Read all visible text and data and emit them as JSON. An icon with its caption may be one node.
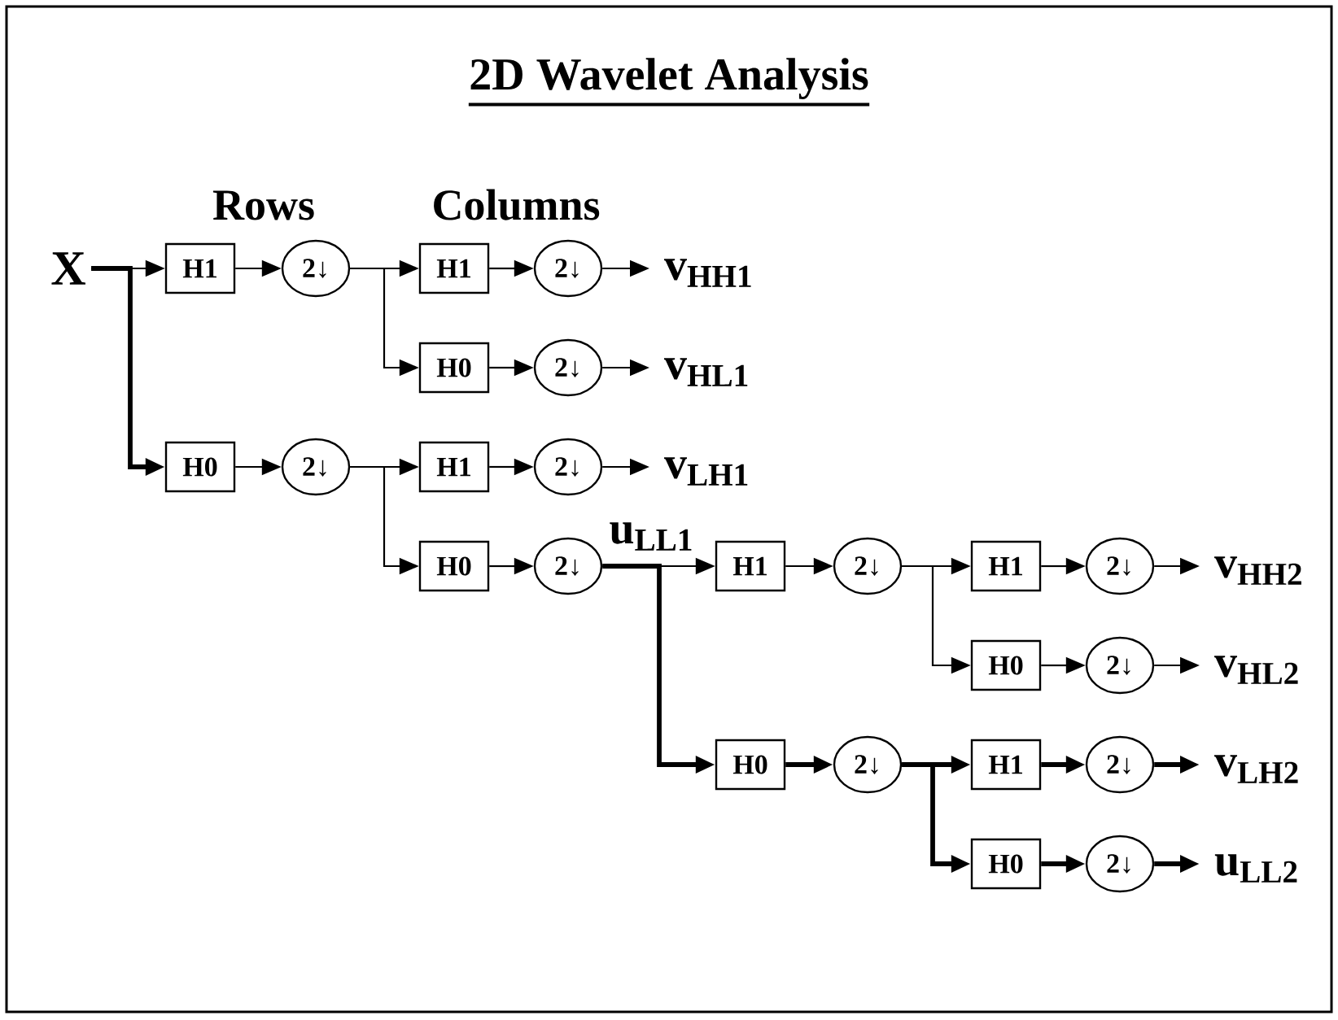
{
  "diagram": {
    "title": "2D Wavelet Analysis",
    "nodes": [
      {
        "text": [
          "X"
        ]
      },
      {
        "text": [
          "H1"
        ]
      },
      {
        "text": [
          "2↓"
        ]
      },
      {
        "text": [
          "H1"
        ]
      },
      {
        "text": [
          "2↓"
        ]
      },
      {
        "text": [
          "v$_{HH1}$"
        ]
      },
      {
        "text": [
          "H0"
        ]
      },
      {
        "text": [
          "2↓"
        ]
      },
      {
        "text": [
          "v$_{HL1}$"
        ]
      },
      {
        "text": [
          "H0"
        ]
      },
      {
        "text": [
          "2↓"
        ]
      },
      {
        "text": [
          "H1"
        ]
      },
      {
        "text": [
          "2↓"
        ]
      },
      {
        "text": [
          "v$_{LH1}$"
        ]
      },
      {
        "text": [
          "H0"
        ]
      },
      {
        "text": [
          "2↓"
        ]
      },
      {
        "text": [
          "H1"
        ]
      },
      {
        "text": [
          "2↓"
        ]
      },
      {
        "text": [
          "H1"
        ]
      },
      {
        "text": [
          "2↓"
        ]
      },
      {
        "text": [
          "v$_{HH2}$"
        ]
      },
      {
        "text": [
          "H0"
        ]
      },
      {
        "text": [
          "2↓"
        ]
      },
      {
        "text": [
          "v$_{HL2}$"
        ]
      },
      {
        "text": [
          "H0"
        ]
      },
      {
        "text": [
          "2↓"
        ]
      },
      {
        "text": [
          "H1"
        ]
      },
      {
        "text": [
          "2↓"
        ]
      },
      {
        "text": [
          "v$_{LH2}$"
        ]
      },
      {
        "text": [
          "H0"
        ]
      },
      {
        "text": [
          "2↓"
        ]
      },
      {
        "text": [
          "u$_{LL2}$"
        ]
      }
    ],
    "edges": [
      {
        "from": 0,
        "to": 1,
        "arrow": "to"
      },
      {
        "from": 0,
        "to": 9,
        "arrow": "to",
        "style": "thick"
      },
      {
        "from": 1,
        "to": 2,
        "arrow": "to"
      },
      {
        "from": 2,
        "to": 3,
        "arrow": "to"
      },
      {
        "from": 2,
        "to": 6,
        "arrow": "to"
      },
      {
        "from": 3,
        "to": 4,
        "arrow": "to"
      },
      {
        "from": 4,
        "to": 5,
        "arrow": "to"
      },
      {
        "from": 6,
        "to": 7,
        "arrow": "to"
      },
      {
        "from": 7,
        "to": 8,
        "arrow": "to"
      },
      {
        "from": 9,
        "to": 10,
        "arrow": "to"
      },
      {
        "from": 10,
        "to": 11,
        "arrow": "to"
      },
      {
        "from": 10,
        "to": 14,
        "arrow": "to"
      },
      {
        "from": 11,
        "to": 12,
        "arrow": "to"
      },
      {
        "from": 12,
        "to": 13,
        "arrow": "to"
      },
      {
        "from": 14,
        "to": 15,
        "arrow": "to"
      },
      {
        "from": 15,
        "to": 16,
        "arrow": "to",
        "label": "u$_{LL1}$"
      },
      {
        "from": 15,
        "to": 24,
        "arrow": "to",
        "style": "thick"
      },
      {
        "from": 16,
        "to": 17,
        "arrow": "to"
      },
      {
        "from": 17,
        "to": 18,
        "arrow": "to"
      },
      {
        "from": 17,
        "to": 21,
        "arrow": "to"
      },
      {
        "from": 18,
        "to": 19,
        "arrow": "to"
      },
      {
        "from": 19,
        "to": 20,
        "arrow": "to"
      },
      {
        "from": 21,
        "to": 22,
        "arrow": "to"
      },
      {
        "from": 22,
        "to": 23,
        "arrow": "to"
      },
      {
        "from": 24,
        "to": 25,
        "arrow": "to",
        "style": "thick"
      },
      {
        "from": 25,
        "to": 26,
        "arrow": "to",
        "style": "thick"
      },
      {
        "from": 25,
        "to": 29,
        "arrow": "to",
        "style": "thick"
      },
      {
        "from": 26,
        "to": 27,
        "arrow": "to",
        "style": "thick"
      },
      {
        "from": 27,
        "to": 28,
        "arrow": "to",
        "style": "thick"
      },
      {
        "from": 29,
        "to": 30,
        "arrow": "to",
        "style": "thick"
      },
      {
        "from": 30,
        "to": 31,
        "arrow": "to",
        "style": "thick"
      }
    ],
    "labels": [
      "Rows",
      "Columns"
    ]
  }
}
